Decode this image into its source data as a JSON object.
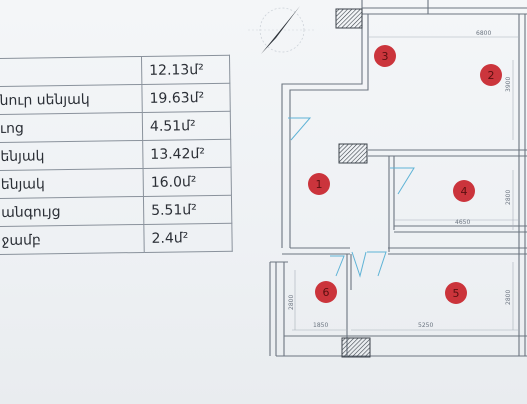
{
  "area_table": [
    {
      "name": "",
      "value": "12.13մ²"
    },
    {
      "name": "նուր սենյակ",
      "value": "19.63մ²"
    },
    {
      "name": "ւոց",
      "value": "4.51մ²"
    },
    {
      "name": "ենյակ",
      "value": "13.42մ²"
    },
    {
      "name": "ենյակ",
      "value": "16.0մ²"
    },
    {
      "name": "անգույց",
      "value": "5.51մ²"
    },
    {
      "name": "ջամբ",
      "value": "2.4մ²"
    }
  ],
  "rooms": [
    {
      "num": "1"
    },
    {
      "num": "2"
    },
    {
      "num": "3"
    },
    {
      "num": "4"
    },
    {
      "num": "5"
    },
    {
      "num": "6"
    }
  ],
  "dimensions": {
    "top": "6800",
    "room4_width": "4650",
    "room6_width": "1850",
    "room5_width": "5250",
    "right_upper": "3900",
    "right_lower": "2800",
    "left_lower": "2800",
    "right_bottom": "2800"
  },
  "colors": {
    "marker": "#c8242b",
    "wall": "#6c7580",
    "door": "#5fb3d6"
  }
}
